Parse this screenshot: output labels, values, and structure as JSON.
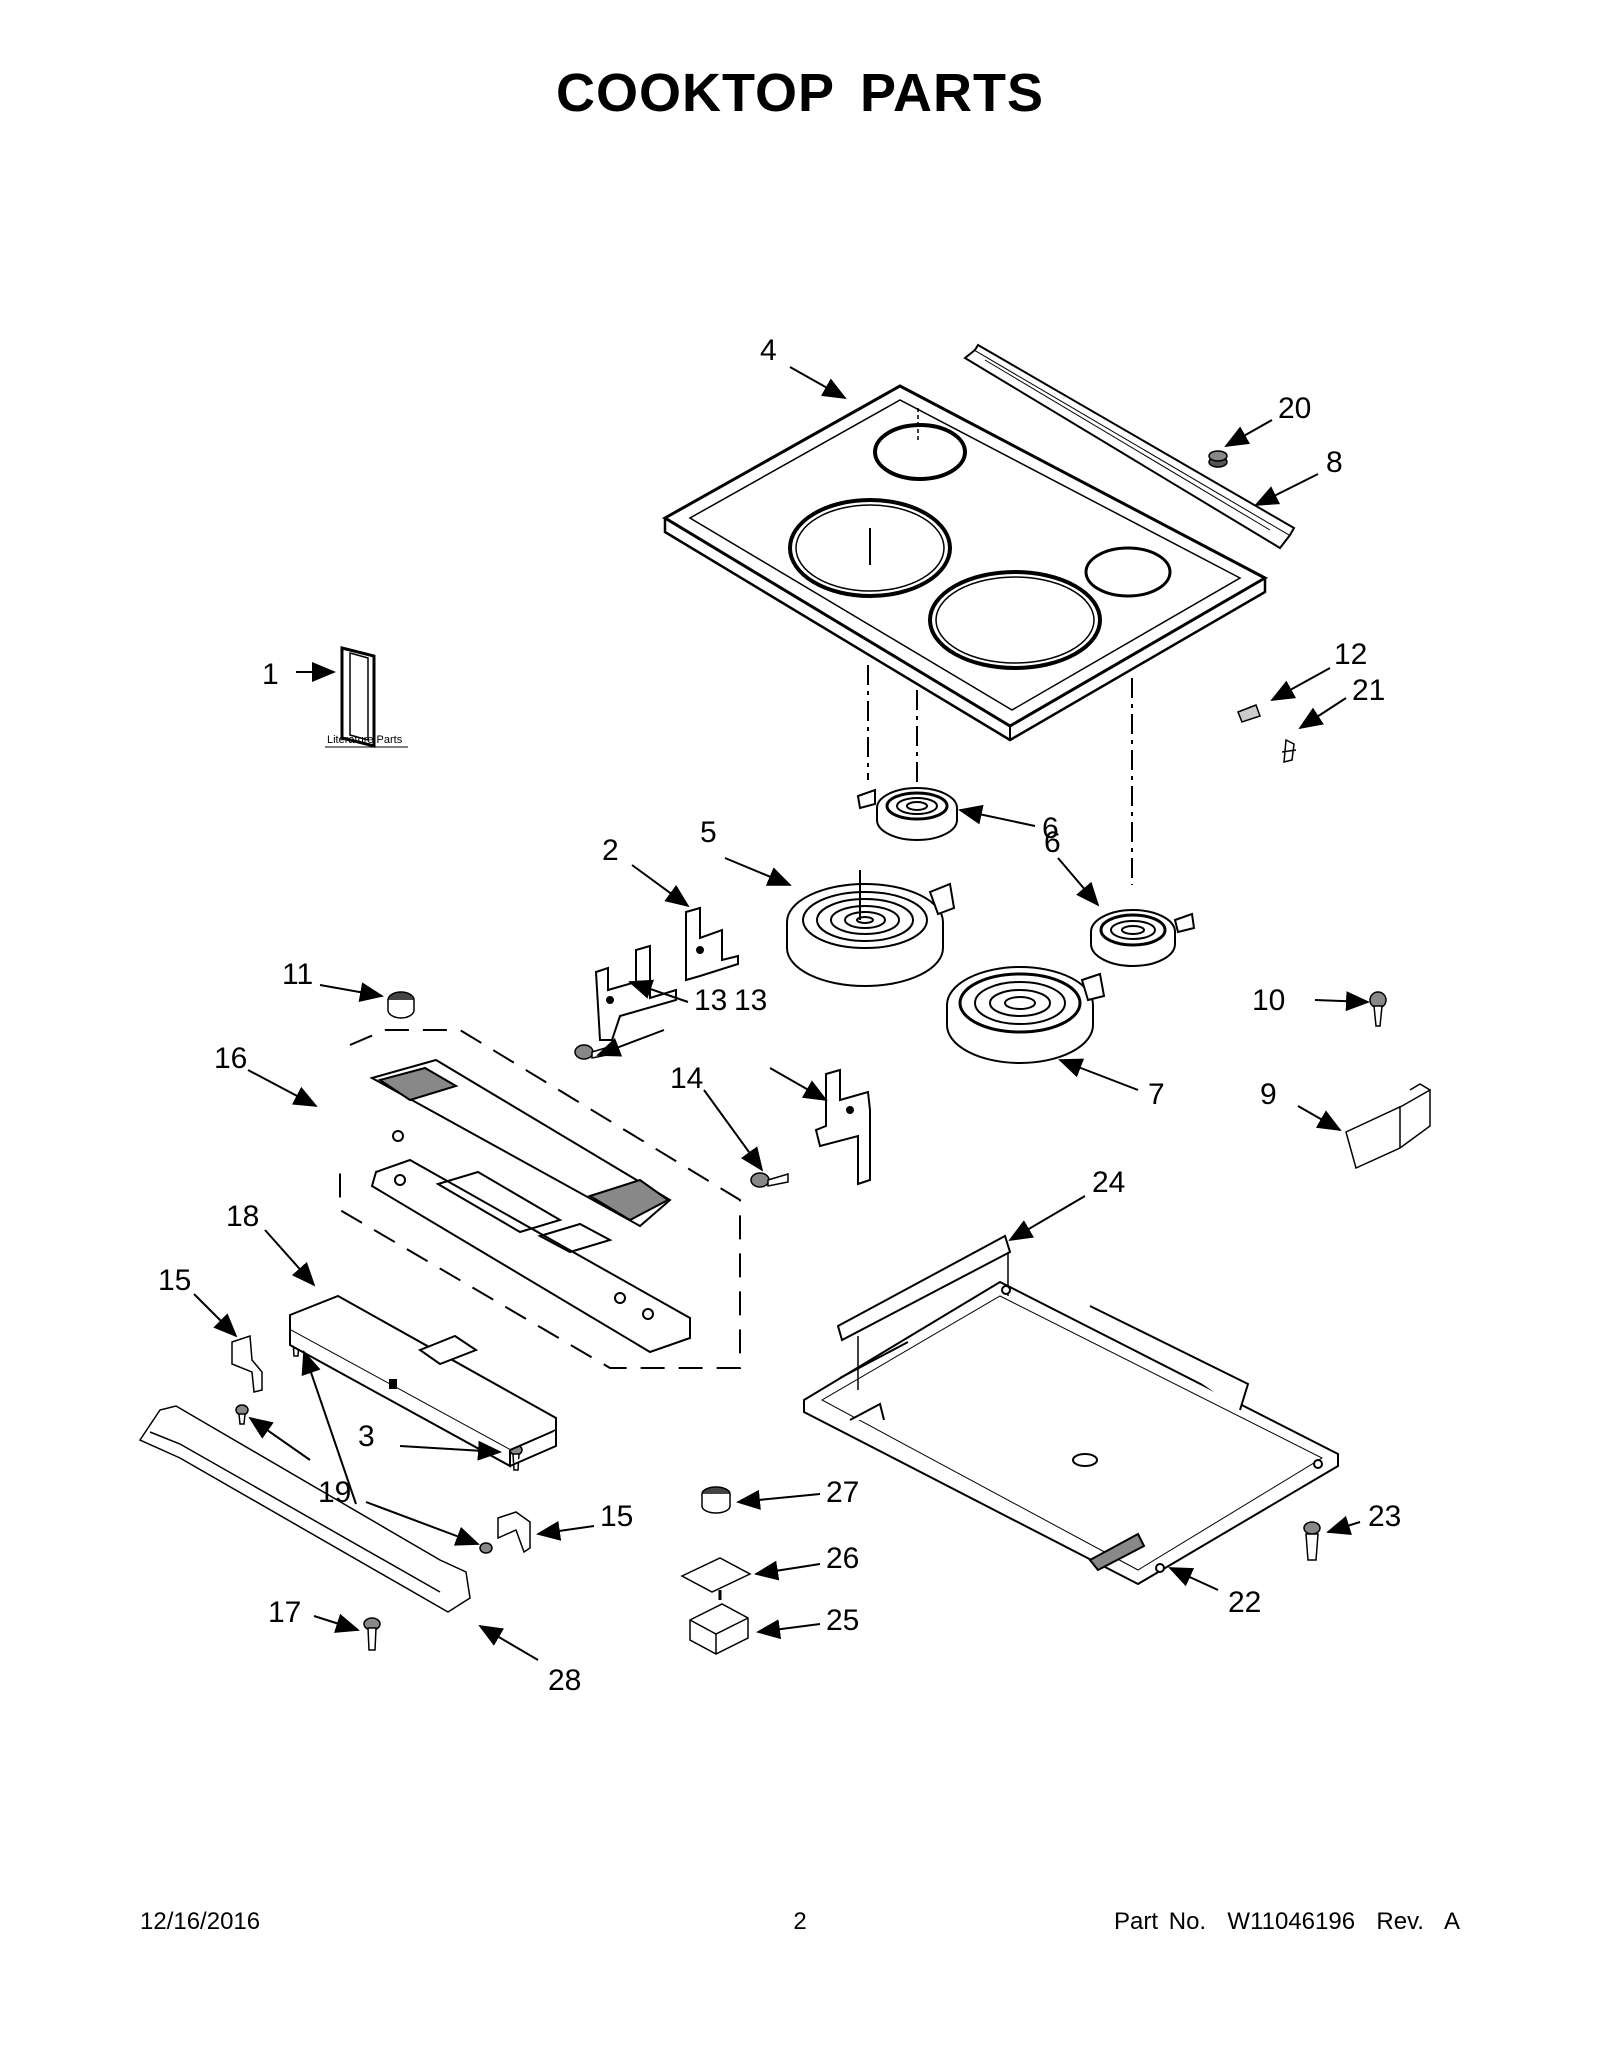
{
  "title": "COOKTOP PARTS",
  "literature_label": "Literature Parts",
  "callouts": {
    "c1": "1",
    "c2": "2",
    "c3": "3",
    "c4": "4",
    "c5": "5",
    "c6a": "6",
    "c6b": "6",
    "c7": "7",
    "c8": "8",
    "c9": "9",
    "c10": "10",
    "c11": "11",
    "c12": "12",
    "c13a": "13",
    "c13b": "13",
    "c14": "14",
    "c15a": "15",
    "c15b": "15",
    "c16": "16",
    "c17": "17",
    "c18": "18",
    "c19": "19",
    "c20": "20",
    "c21": "21",
    "c22": "22",
    "c23": "23",
    "c24": "24",
    "c25": "25",
    "c26": "26",
    "c27": "27",
    "c28": "28"
  },
  "footer": {
    "date": "12/16/2016",
    "page": "2",
    "part_no": "Part No.  W11046196  Rev.  A"
  }
}
